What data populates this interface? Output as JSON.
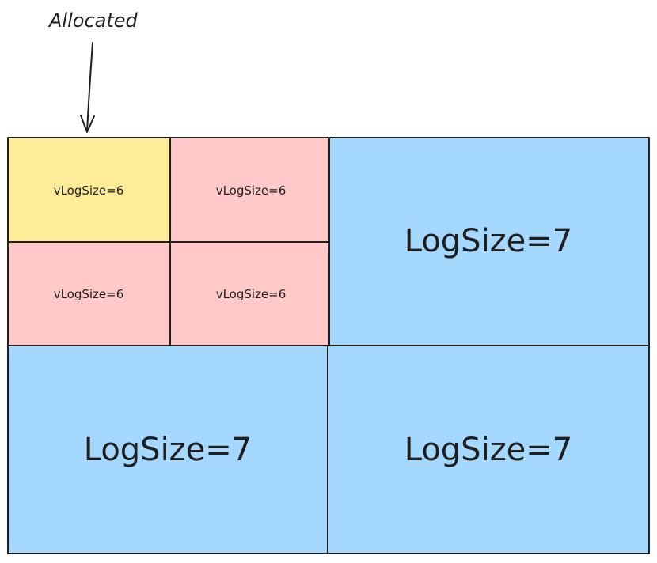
{
  "annotation": {
    "label": "Allocated"
  },
  "colors": {
    "allocated": "#ffec99",
    "split_free": "#ffc9c9",
    "free_block": "#a5d8ff",
    "stroke": "#1e1e1e"
  },
  "blocks": {
    "sub_allocated": {
      "label": "vLogSize=6"
    },
    "sub_top_right": {
      "label": "vLogSize=6"
    },
    "sub_bottom_left": {
      "label": "vLogSize=6"
    },
    "sub_bottom_right": {
      "label": "vLogSize=6"
    },
    "top_right": {
      "label": "LogSize=7"
    },
    "bottom_left": {
      "label": "LogSize=7"
    },
    "bottom_right": {
      "label": "LogSize=7"
    }
  }
}
